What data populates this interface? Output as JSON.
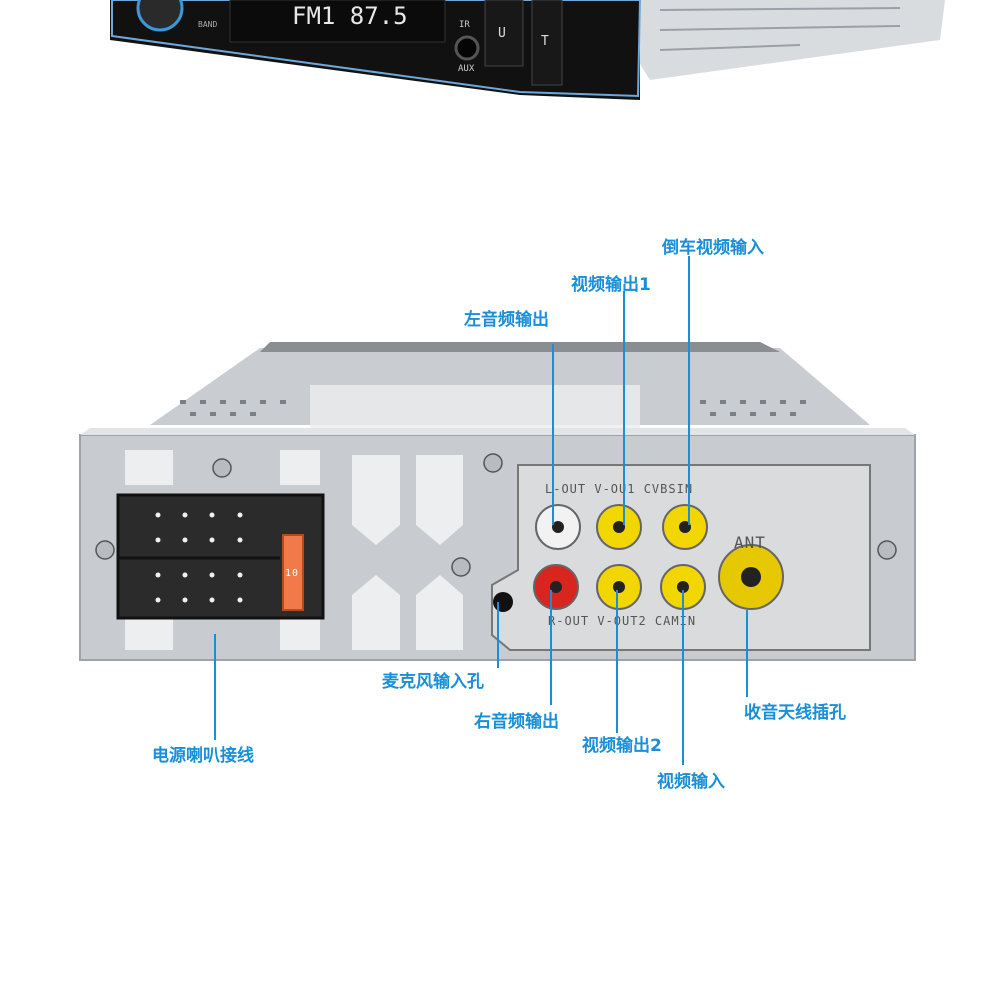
{
  "front_panel": {
    "display_text": "FM1  87.5",
    "button_u": "U",
    "button_t": "T",
    "aux_label": "AUX",
    "ir_label": "IR",
    "band_label": "BAND"
  },
  "rear_panel": {
    "jack_row_top_label": "L-OUT  V-OU1  CVBSIN",
    "jack_row_bottom_label": "R-OUT  V-OUT2  CAMIN",
    "ant_label": "ANT",
    "fuse_label": "10"
  },
  "callouts": {
    "reverse_video_input": "倒车视频输入",
    "video_output_1": "视频输出1",
    "left_audio_output": "左音频输出",
    "mic_input": "麦克风输入孔",
    "right_audio_output": "右音频输出",
    "video_output_2": "视频输出2",
    "video_input": "视频输入",
    "radio_antenna_jack": "收音天线插孔",
    "power_speaker_wiring": "电源喇叭接线"
  },
  "colors": {
    "callout_blue": "#1a8fd8",
    "rca_white": "#f2f2f2",
    "rca_red": "#d8261f",
    "rca_yellow": "#f2d600",
    "panel_grey": "#c8cbcf"
  }
}
